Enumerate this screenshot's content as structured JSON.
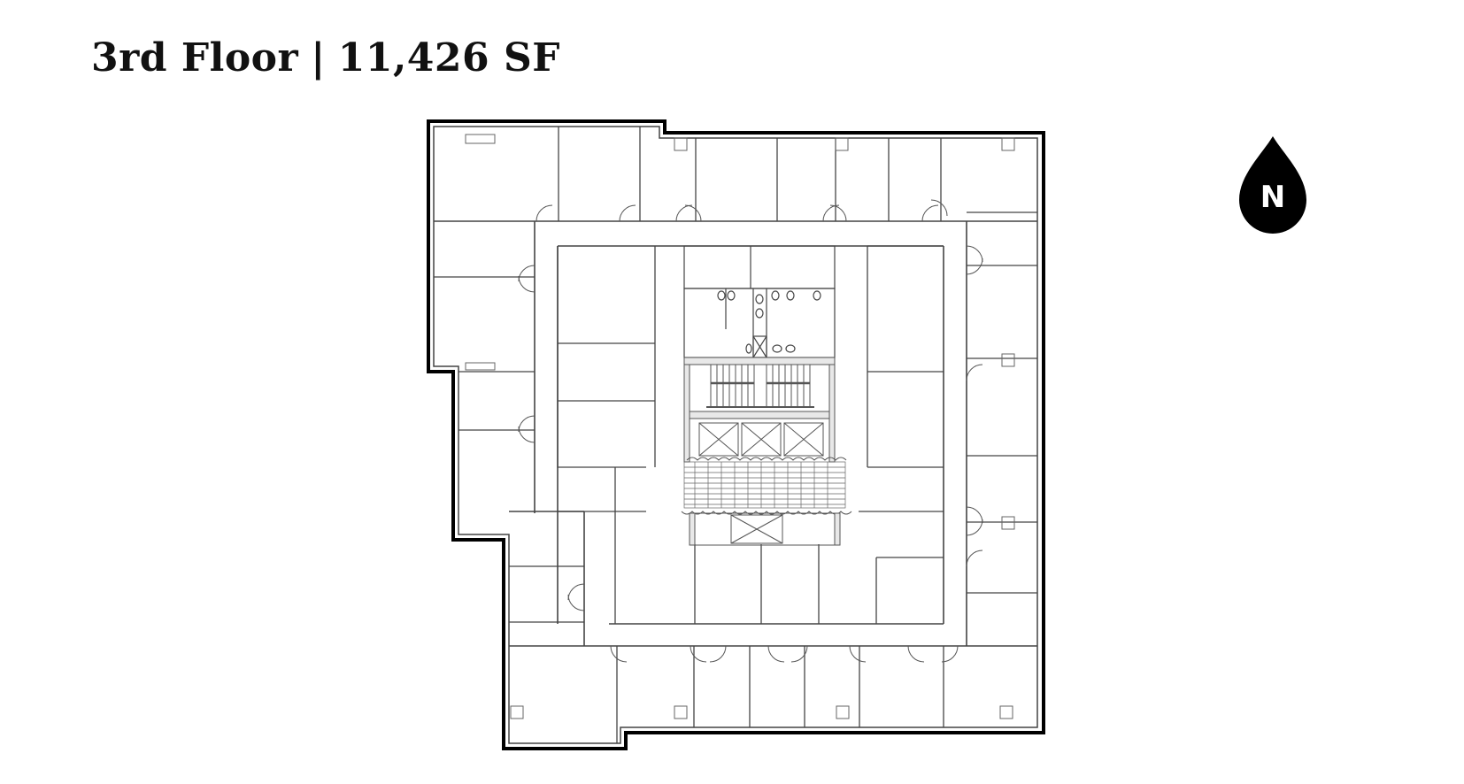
{
  "header": {
    "floor": "3rd Floor",
    "separator": "|",
    "area": "11,426 SF"
  },
  "compass": {
    "label": "N",
    "icon": "north-arrow-icon",
    "color": "#000000"
  },
  "plan": {
    "name": "3rd floor plan",
    "line_color": "#333333",
    "outline_color": "#000000",
    "elements": [
      "perimeter-offices",
      "ring-corridor",
      "inner-offices",
      "restrooms",
      "stairs",
      "elevators",
      "mechanical-shaft"
    ]
  }
}
